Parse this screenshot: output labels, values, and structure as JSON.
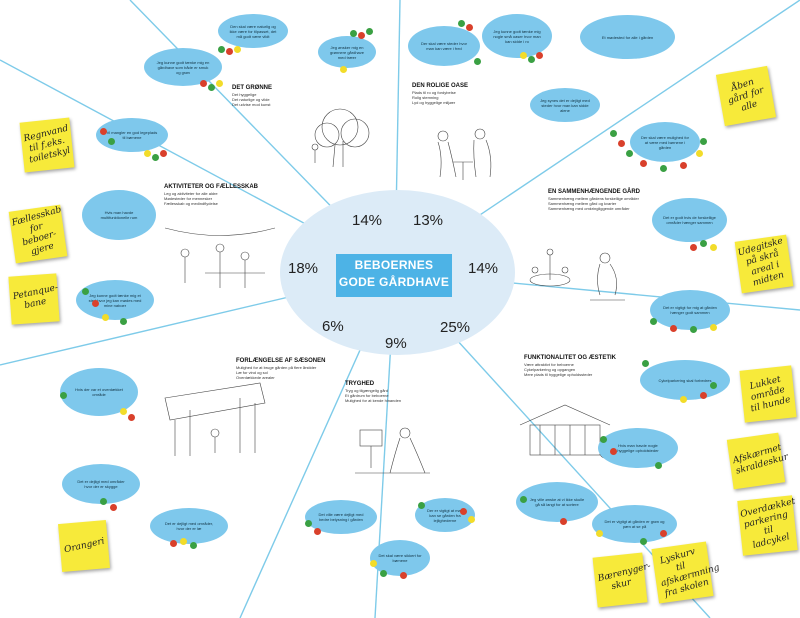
{
  "title": "BEBOERNES GODE GÅRDHAVE",
  "title_line1": "BEBOERNES",
  "title_line2": "GODE GÅRDHAVE",
  "percentages": {
    "groenne": "14%",
    "rolige": "13%",
    "sammenhaengende": "14%",
    "funktionalitet": "25%",
    "tryghed": "9%",
    "forlaengelse": "6%",
    "aktiviteter": "18%"
  },
  "sections": {
    "groenne": {
      "title": "DET GRØNNE",
      "lines": [
        "Det hyggelige",
        "Det naturlige og vilde",
        "Det udvise mod kunst"
      ]
    },
    "rolige": {
      "title": "DEN ROLIGE OASE",
      "lines": [
        "Plads til ro og fordybelse",
        "Rolig stemning",
        "Lyd og hyggelige miljøer"
      ]
    },
    "sammenhaengende": {
      "title": "EN SAMMENHÆNGENDE GÅRD",
      "lines": [
        "Sammenhæng mellem gårdens forskellige områder",
        "Sammenhæng mellem gård og kvarter",
        "Sammenhæng med omkringliggende områder"
      ]
    },
    "funktionalitet": {
      "title": "FUNKTIONALITET OG ÆSTETIK",
      "lines": [
        "Være attraktivt for beboerne",
        "Cykelparkering og opgangen",
        "Mere plads til hyggelige opholdssteder"
      ]
    },
    "tryghed": {
      "title": "TRYGHED",
      "lines": [
        "Tryg og tilgængelig gård",
        "Et gårdrum for beboerne",
        "Mulighed for at kende hinanden"
      ]
    },
    "forlaengelse": {
      "title": "FORLÆNGELSE AF SÆSONEN",
      "lines": [
        "Mulighed for at bruge gården på flere årstider",
        "Læ for vind og sol",
        "Overdækkede arealer"
      ]
    },
    "aktiviteter": {
      "title": "AKTIVITETER OG FÆLLESSKAB",
      "lines": [
        "Leg og aktiviteter for alle aldre",
        "Mødesteder for mennesker",
        "Fællesskab og medindflydelse"
      ]
    }
  },
  "sticky_notes": [
    "Regnvand til f.eks. toiletskyl",
    "Fællesskab for beboer- gjere",
    "Petanque- bane",
    "Åben gård for alle",
    "Udegitske på skrå areal i midten",
    "Lukket område til hunde",
    "Afskærmet skraldeskur",
    "Overdækket parkering til ladcykel",
    "Lyskurv til afskærmning fra skolen",
    "Bærenyger- skur",
    "Orangeri"
  ],
  "bubbles": [
    "Den skal være naturlig og ikke være for tilpasset, det må godt være vildt",
    "Jeg ønsker mig en grønnere gårdhave med træer",
    "Jeg kunne godt tænke mig en gårdhave som både er smuk og grøn",
    "Der skal være steder hvor man kan være i fred",
    "Jeg kunne godt tænke mig nogle små oaser hvor man kan sidde i ro",
    "Et mødested for alle i gården",
    "Jeg synes det er dejligt med steder hvor man kan sidde alene",
    "Der skal være mulighed for at være med børnene i gården",
    "Det er godt hvis de forskellige områder hænger sammen",
    "Det er vigtigt for mig at gården hænger godt sammen",
    "Vi mangler en god legeplads til børnene",
    "Hvis man havde multifunktionelle rum",
    "Jeg kunne godt tænke mig et sted hvor jeg kan mødes med mine naboer",
    "Hvis der var et overdækket område",
    "Det er dejligt med områder hvor der er skygge",
    "Det er dejligt med områder, hvor der er læ",
    "Det ville være dejligt med bedre belysning i gården",
    "Det skal være sikkert for børnene",
    "Der er vigtigt at man kan se gården fra lejlighederne",
    "Cykelparkering skal forbedres",
    "Hvis man havde nogle hyggelige opholdsteder",
    "Jeg ville ønske at vi ikke skulle gå så langt for at sortere",
    "Det er vigtigt at gården er grøn og pæn at se på"
  ]
}
